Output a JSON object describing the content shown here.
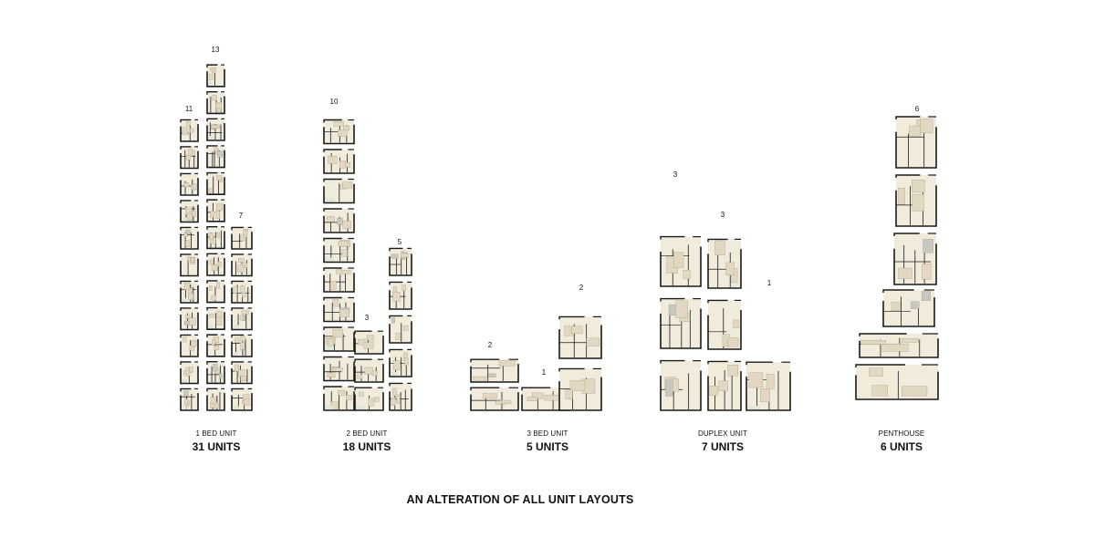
{
  "caption": "AN ALTERATION OF ALL UNIT LAYOUTS",
  "colors": {
    "wall": "#1a1a1a",
    "floor": "#f1ebdc",
    "furniture": "#e2d8c2",
    "shade": "#c8c8c0",
    "accent_green": "#dfe7d8"
  },
  "categories": [
    {
      "label": "1 BED UNIT",
      "units": "31 UNITS",
      "stacks": [
        {
          "count": "11",
          "n": 11
        },
        {
          "count": "13",
          "n": 13
        },
        {
          "count": "7",
          "n": 7
        }
      ]
    },
    {
      "label": "2 BED UNIT",
      "units": "18 UNITS",
      "stacks": [
        {
          "count": "10",
          "n": 10
        },
        {
          "count": "3",
          "n": 3
        },
        {
          "count": "5",
          "n": 5
        }
      ]
    },
    {
      "label": "3 BED UNIT",
      "units": "5 UNITS",
      "stacks": [
        {
          "count": "2",
          "n": 2
        },
        {
          "count": "1",
          "n": 1
        },
        {
          "count": "2",
          "n": 2
        }
      ]
    },
    {
      "label": "DUPLEX UNIT",
      "units": "7 UNITS",
      "stacks": [
        {
          "count": "3",
          "n": 3
        },
        {
          "count": "3",
          "n": 3
        },
        {
          "count": "1",
          "n": 1
        }
      ]
    },
    {
      "label": "PENTHOUSE",
      "units": "6 UNITS",
      "stacks": [
        {
          "count": "6",
          "n": 6
        }
      ]
    }
  ]
}
